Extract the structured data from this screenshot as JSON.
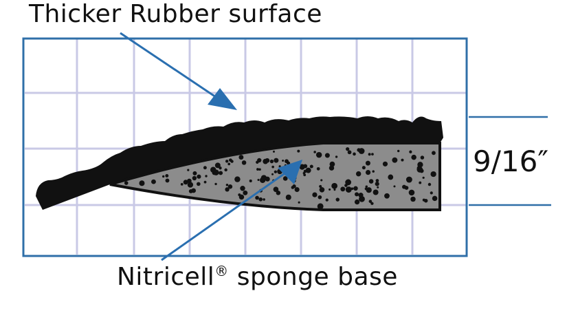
{
  "title_label": "Thicker Rubber surface",
  "base_label": "Nitricell",
  "base_label_mark": "®",
  "base_label_suffix": " sponge base",
  "dimension_label": "9/16″",
  "colors": {
    "frame": "#2f6fa8",
    "grid": "#c9c9e6",
    "arrow": "#2a6fb0",
    "rubber": "#111111",
    "sponge": "#8c8c8c"
  }
}
